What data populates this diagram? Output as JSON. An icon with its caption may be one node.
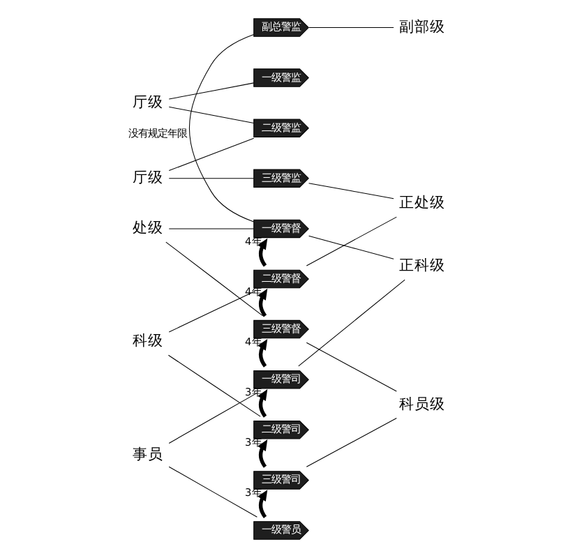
{
  "diagram": {
    "nodes": [
      {
        "text": [
          "副总警监"
        ]
      },
      {
        "text": [
          "一级警监"
        ]
      },
      {
        "text": [
          "二级警监"
        ]
      },
      {
        "text": [
          "三级警监"
        ]
      },
      {
        "text": [
          "一级警督"
        ]
      },
      {
        "text": [
          "二级警督"
        ]
      },
      {
        "text": [
          "三级警督"
        ]
      },
      {
        "text": [
          "一级警司"
        ]
      },
      {
        "text": [
          "二级警司"
        ]
      },
      {
        "text": [
          "三级警司"
        ]
      },
      {
        "text": [
          "一级警员"
        ]
      },
      {
        "text": [
          "厅级"
        ]
      },
      {
        "text": [
          "厅级"
        ]
      },
      {
        "text": [
          "处级"
        ]
      },
      {
        "text": [
          "科级"
        ]
      },
      {
        "text": [
          "事员"
        ]
      },
      {
        "text": [
          "副部级"
        ]
      },
      {
        "text": [
          "正处级"
        ]
      },
      {
        "text": [
          "正科级"
        ]
      },
      {
        "text": [
          "科员级"
        ]
      }
    ],
    "edges": [
      {
        "from": 11,
        "to": 1,
        "arrow": "none"
      },
      {
        "from": 11,
        "to": 2,
        "arrow": "none"
      },
      {
        "from": 12,
        "to": 2,
        "arrow": "none"
      },
      {
        "from": 12,
        "to": 3,
        "arrow": "none"
      },
      {
        "from": 13,
        "to": 4,
        "arrow": "none"
      },
      {
        "from": 13,
        "to": 6,
        "arrow": "none"
      },
      {
        "from": 14,
        "to": 5,
        "arrow": "none"
      },
      {
        "from": 14,
        "to": 8,
        "arrow": "none"
      },
      {
        "from": 15,
        "to": 7,
        "arrow": "none"
      },
      {
        "from": 15,
        "to": 10,
        "arrow": "none"
      },
      {
        "from": 0,
        "to": 16,
        "arrow": "none"
      },
      {
        "from": 4,
        "to": 0,
        "arrow": "none",
        "label": "没有规定年限"
      },
      {
        "from": 3,
        "to": 17,
        "arrow": "none"
      },
      {
        "from": 5,
        "to": 17,
        "arrow": "none"
      },
      {
        "from": 4,
        "to": 18,
        "arrow": "none"
      },
      {
        "from": 7,
        "to": 18,
        "arrow": "none"
      },
      {
        "from": 6,
        "to": 19,
        "arrow": "none"
      },
      {
        "from": 9,
        "to": 19,
        "arrow": "none"
      },
      {
        "from": 5,
        "to": 4,
        "arrow": "to",
        "style": "thick",
        "label": "4年"
      },
      {
        "from": 6,
        "to": 5,
        "arrow": "to",
        "style": "thick",
        "label": "4年"
      },
      {
        "from": 7,
        "to": 6,
        "arrow": "to",
        "style": "thick",
        "label": "4年"
      },
      {
        "from": 8,
        "to": 7,
        "arrow": "to",
        "style": "thick",
        "label": "3年"
      },
      {
        "from": 9,
        "to": 8,
        "arrow": "to",
        "style": "thick",
        "label": "3年"
      },
      {
        "from": 10,
        "to": 9,
        "arrow": "to",
        "style": "thick",
        "label": "3年"
      }
    ]
  }
}
